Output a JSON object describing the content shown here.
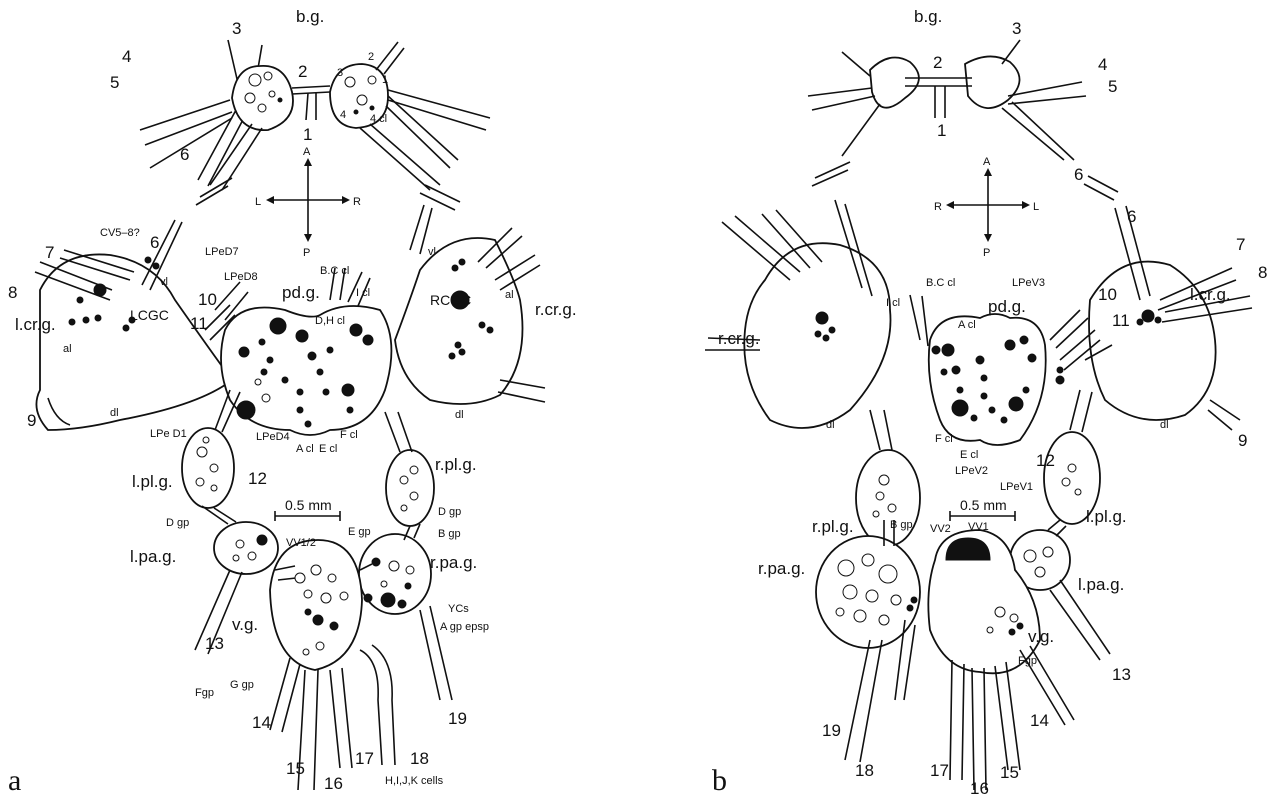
{
  "figure": {
    "panel_a_letter": "a",
    "panel_b_letter": "b"
  },
  "panel_a": {
    "buccal_label": "b.g.",
    "orientation": {
      "anterior": "A",
      "posterior": "P",
      "left": "L",
      "right": "R"
    },
    "nerve_numbers": [
      "1",
      "2",
      "3",
      "4",
      "5",
      "6",
      "6",
      "7",
      "8",
      "9",
      "10",
      "11",
      "12",
      "13",
      "14",
      "15",
      "16",
      "17",
      "18",
      "19"
    ],
    "buccal_cell_labels": {
      "c3": "3",
      "c2": "2",
      "c1": "1",
      "c4": "4",
      "c4cl": "4 cl"
    },
    "ganglia": {
      "l_cr_g": "l.cr.g.",
      "r_cr_g": "r.cr.g.",
      "pd_g": "pd.g.",
      "l_pl_g": "l.pl.g.",
      "r_pl_g": "r.pl.g.",
      "l_pa_g": "l.pa.g.",
      "r_pa_g": "r.pa.g.",
      "v_g": "v.g."
    },
    "cell_labels": {
      "cv": "CV5–8?",
      "vl_left": "vl",
      "al_left": "al",
      "dl_left": "dl",
      "lcgc": "LCGC",
      "rcgc": "RCGC",
      "vl_right": "vl",
      "al_right": "al",
      "dl_right": "dl",
      "lped7": "LPeD7",
      "lped8": "LPeD8",
      "bccl": "B.C cl",
      "icl": "I cl",
      "dhcl": "D,H cl",
      "lped1": "LPe D1",
      "lped4": "LPeD4",
      "acl": "A cl",
      "ecl": "E cl",
      "fcl": "F cl",
      "dgp_left": "D gp",
      "dgp_right": "D gp",
      "bgp": "B gp",
      "egp": "E gp",
      "vv12": "VV1/2",
      "ycs": "YCs",
      "agp": "A gp epsp",
      "fgp": "Fgp",
      "ggp": "G gp",
      "hijk": "H,I,J,K cells"
    },
    "scale_bar": "0.5 mm"
  },
  "panel_b": {
    "buccal_label": "b.g.",
    "orientation": {
      "anterior": "A",
      "posterior": "P",
      "left": "L",
      "right": "R"
    },
    "nerve_numbers": [
      "1",
      "2",
      "3",
      "4",
      "5",
      "6",
      "6",
      "7",
      "8",
      "9",
      "10",
      "11",
      "12",
      "13",
      "14",
      "15",
      "16",
      "17",
      "18",
      "19"
    ],
    "ganglia": {
      "r_cr_g": "r.cr.g.",
      "l_cr_g": "l.cr.g.",
      "pd_g": "pd.g.",
      "r_pl_g": "r.pl.g.",
      "l_pl_g": "l.pl.g.",
      "r_pa_g": "r.pa.g.",
      "l_pa_g": "l.pa.g.",
      "v_g": "v.g."
    },
    "cell_labels": {
      "icl": "I cl",
      "bccl": "B.C cl",
      "lpev3": "LPeV3",
      "acl": "A cl",
      "fcl": "F cl",
      "ecl": "E cl",
      "lpev2": "LPeV2",
      "lpev1": "LPeV1",
      "dl_left": "dl",
      "dl_right": "dl",
      "bgp": "B gp",
      "vv2": "VV2",
      "vv1": "VV1",
      "fgp": "Fgp"
    },
    "scale_bar": "0.5 mm"
  }
}
